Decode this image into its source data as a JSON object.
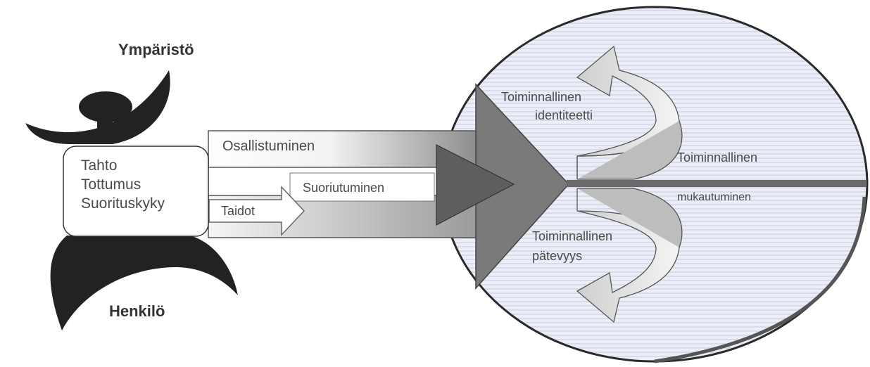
{
  "labels": {
    "environment": "Ympäristö",
    "person": "Henkilö",
    "traits": [
      "Tahto",
      "Tottumus",
      "Suorituskyky"
    ],
    "participation": "Osallistuminen",
    "performance": "Suoriutuminen",
    "skills": "Taidot",
    "identity_line1": "Toiminnallinen",
    "identity_line2": "identiteetti",
    "adaptation_line1": "Toiminnallinen",
    "adaptation_line2": "mukautuminen",
    "competence_line1": "Toiminnallinen",
    "competence_line2": "pätevyys"
  },
  "colors": {
    "figure": "#222222",
    "arrow_dark": "#6e6e6e",
    "arrow_mid": "#8a8a8a",
    "ellipse_fill": "#e4e6f2",
    "ellipse_stripe": "#c9cde0",
    "curved_arrow": "#bdbdbd"
  }
}
